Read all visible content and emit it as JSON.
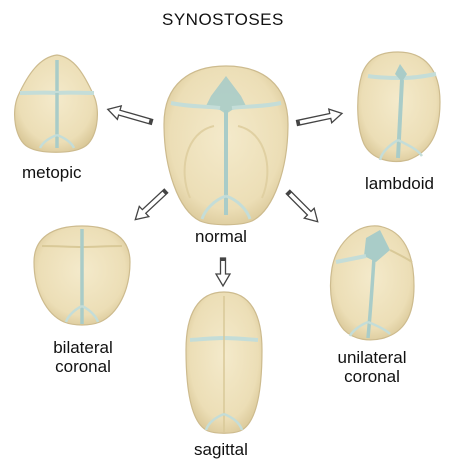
{
  "title": "SYNOSTOSES",
  "labels": {
    "normal": "normal",
    "metopic": "metopic",
    "lambdoid": "lambdoid",
    "bilateral_line1": "bilateral",
    "bilateral_line2": "coronal",
    "sagittal": "sagittal",
    "unilateral_line1": "unilateral",
    "unilateral_line2": "coronal"
  },
  "colors": {
    "bone": "#efe2bc",
    "bone_edge": "#cdbb8e",
    "bone_shade": "#e2d2a6",
    "suture": "#c4ddd8",
    "fontanelle": "#a9ccc8",
    "arrow": "#444444"
  }
}
